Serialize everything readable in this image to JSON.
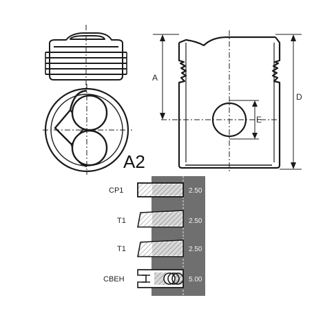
{
  "variant_label": "A2",
  "dimension_labels": {
    "a": "A",
    "d": "D",
    "e": "E"
  },
  "rings": [
    {
      "name": "CP1",
      "value": "2.50"
    },
    {
      "name": "T1",
      "value": "2.50"
    },
    {
      "name": "T1",
      "value": "2.50"
    },
    {
      "name": "CBEH",
      "value": "5.00"
    }
  ],
  "colors": {
    "line": "#1a1a1a",
    "band": "#6f6f6f",
    "hatch": "#bdbdbd"
  }
}
